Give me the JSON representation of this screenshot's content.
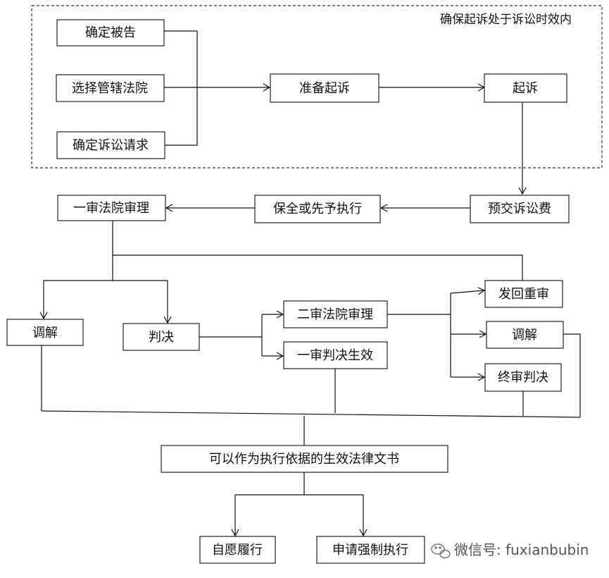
{
  "region": {
    "label": "确保起诉处于诉讼时效内"
  },
  "nodes": {
    "confirm_defendant": "确定被告",
    "choose_court": "选择管辖法院",
    "confirm_claim": "确定诉讼请求",
    "prepare_suit": "准备起诉",
    "file_suit": "起诉",
    "prepay_fee": "预交诉讼费",
    "preservation": "保全或先予执行",
    "first_trial": "一审法院审理",
    "mediation_1": "调解",
    "judgment_1": "判决",
    "second_trial": "二审法院审理",
    "first_effective": "一审判决生效",
    "remand": "发回重审",
    "mediation_2": "调解",
    "final_judgment": "终审判决",
    "legal_document": "可以作为执行依据的生效法律文书",
    "voluntary": "自愿履行",
    "enforcement": "申请强制执行"
  },
  "watermark": {
    "text": "微信号: fuxianbubin",
    "icon": "wechat-icon"
  },
  "colors": {
    "line": "#111111",
    "box_border": "#222222",
    "region_border": "#333333",
    "watermark": "#555555"
  }
}
